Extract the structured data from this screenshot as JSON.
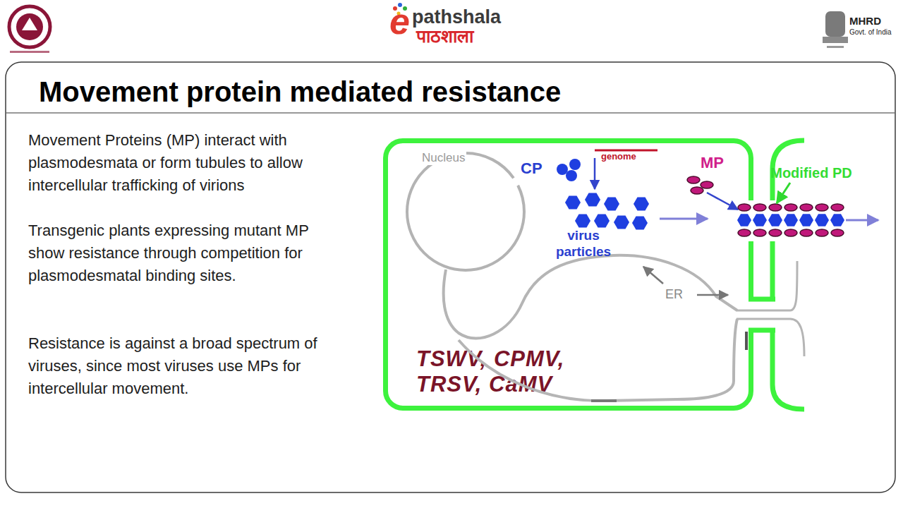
{
  "diagram": {
    "title": "Movement protein mediated resistance",
    "nodes": [
      {
        "text": [
          "TSWV, CPMV, TRSV, CaMV"
        ]
      },
      {
        "text": [
          "Nucleus"
        ],
        "in": 0
      }
    ],
    "labels": [
      "e",
      "pathshala",
      "पाठशाला",
      "MHRD",
      "Govt. of India",
      "Movement Proteins (MP) interact with plasmodesmata or form tubules to allow intercellular trafficking of virions",
      "Transgenic plants expressing mutant MP show resistance through competition for plasmodesmatal binding sites.",
      "Resistance is against a broad spectrum of viruses, since most viruses use MPs for intercellular movement.",
      "CP",
      "genome",
      "virus particles",
      "MP",
      "Modified PD",
      "ER"
    ]
  }
}
